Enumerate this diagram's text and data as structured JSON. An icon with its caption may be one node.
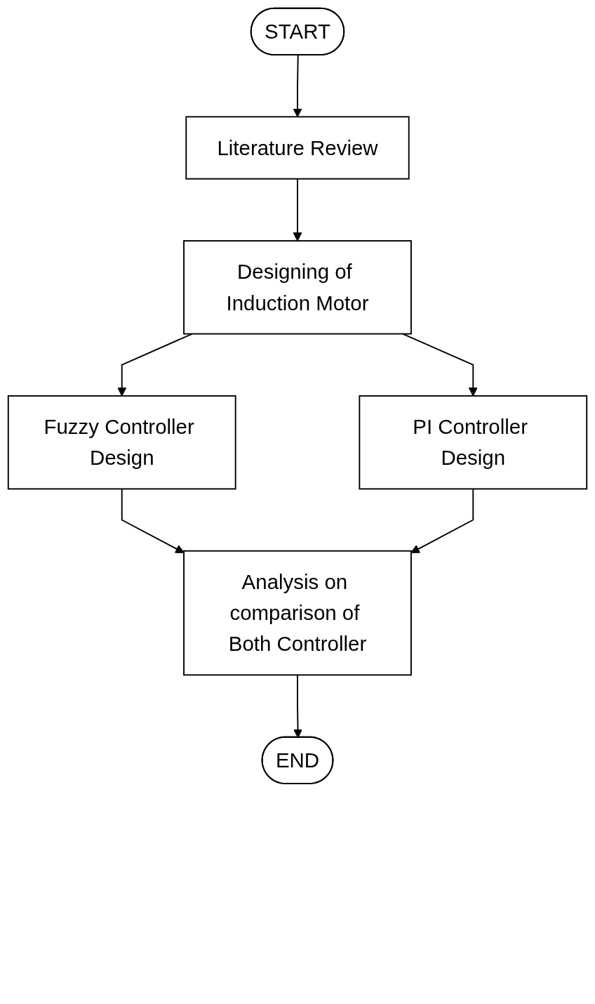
{
  "diagram": {
    "nodes": [
      {
        "text": [
          "START"
        ]
      },
      {
        "text": [
          "Literature Review"
        ]
      },
      {
        "text": [
          "Designing of Induction Motor"
        ]
      },
      {
        "text": [
          "Fuzzy Controller Design"
        ]
      },
      {
        "text": [
          "PI Controller Design"
        ]
      },
      {
        "text": [
          "Analysis on comparison of Both Controller"
        ]
      },
      {
        "text": [
          "END"
        ]
      }
    ],
    "edges": [
      {
        "from": 0,
        "to": 1,
        "arrow": "to"
      },
      {
        "from": 1,
        "to": 2,
        "arrow": "to"
      },
      {
        "from": 2,
        "to": 3,
        "arrow": "to"
      },
      {
        "from": 2,
        "to": 4,
        "arrow": "to"
      },
      {
        "from": 3,
        "to": 5,
        "arrow": "to"
      },
      {
        "from": 4,
        "to": 5,
        "arrow": "to"
      },
      {
        "from": 5,
        "to": 6,
        "arrow": "to"
      }
    ]
  }
}
